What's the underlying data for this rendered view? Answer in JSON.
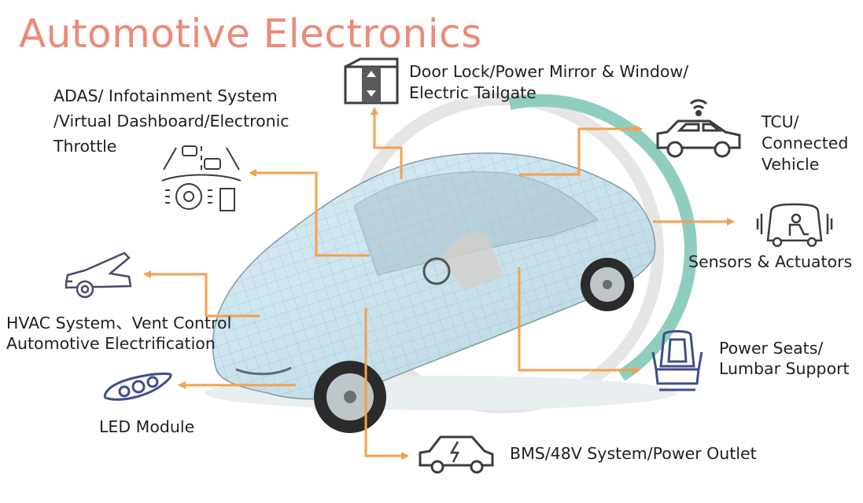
{
  "title": "Automotive Electronics",
  "labels": {
    "door": [
      "Door Lock/Power Mirror & Window/",
      "Electric Tailgate"
    ],
    "adas": [
      "ADAS/ Infotainment System",
      "/Virtual Dashboard/Electronic",
      "Throttle"
    ],
    "tcu": [
      "TCU/",
      "Connected",
      "Vehicle"
    ],
    "sensors": [
      "Sensors & Actuators"
    ],
    "hvac": [
      "HVAC System、Vent Control",
      "Automotive Electrification"
    ],
    "seats": [
      "Power Seats/",
      "Lumbar Support"
    ],
    "led": [
      "LED Module"
    ],
    "bms": [
      "BMS/48V System/Power Outlet"
    ]
  },
  "colors": {
    "title": "#ec8a78",
    "arrow": "#f5a04d",
    "ring_grey": "#e6e6e6",
    "ring_teal": "#8fcdbf",
    "icon_dark": "#3c3c3c",
    "icon_blue": "#3f4d8a",
    "car_body": "#c9e2ec"
  },
  "icons": {
    "door": "door-lock-icon",
    "adas": "adas-dashboard-icon",
    "tcu": "connected-car-icon",
    "sensors": "sensors-seat-icon",
    "hvac": "hvac-car-hood-icon",
    "seats": "power-seat-icon",
    "led": "led-headlight-icon",
    "bms": "battery-car-icon"
  }
}
